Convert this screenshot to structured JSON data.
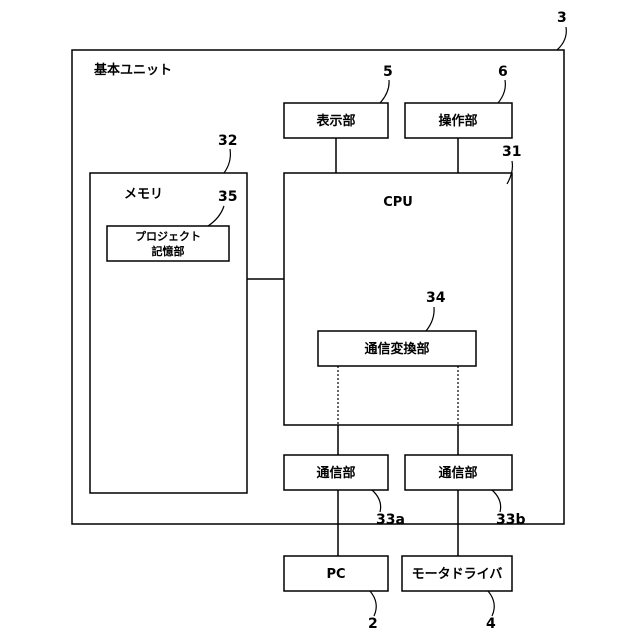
{
  "labels": {
    "base_unit": "基本ユニット",
    "memory": "メモリ",
    "project_storage_line1": "プロジェクト",
    "project_storage_line2": "記憶部",
    "cpu": "CPU",
    "display_unit": "表示部",
    "operation_unit": "操作部",
    "comm_conversion_unit": "通信変換部",
    "comm_unit_a": "通信部",
    "comm_unit_b": "通信部",
    "pc": "PC",
    "motor_driver": "モータドライバ"
  },
  "refs": {
    "base_unit": "3",
    "display_unit": "5",
    "operation_unit": "6",
    "memory": "32",
    "cpu": "31",
    "project_storage": "35",
    "comm_conversion_unit": "34",
    "comm_unit_a": "33a",
    "comm_unit_b": "33b",
    "pc": "2",
    "motor_driver": "4"
  }
}
